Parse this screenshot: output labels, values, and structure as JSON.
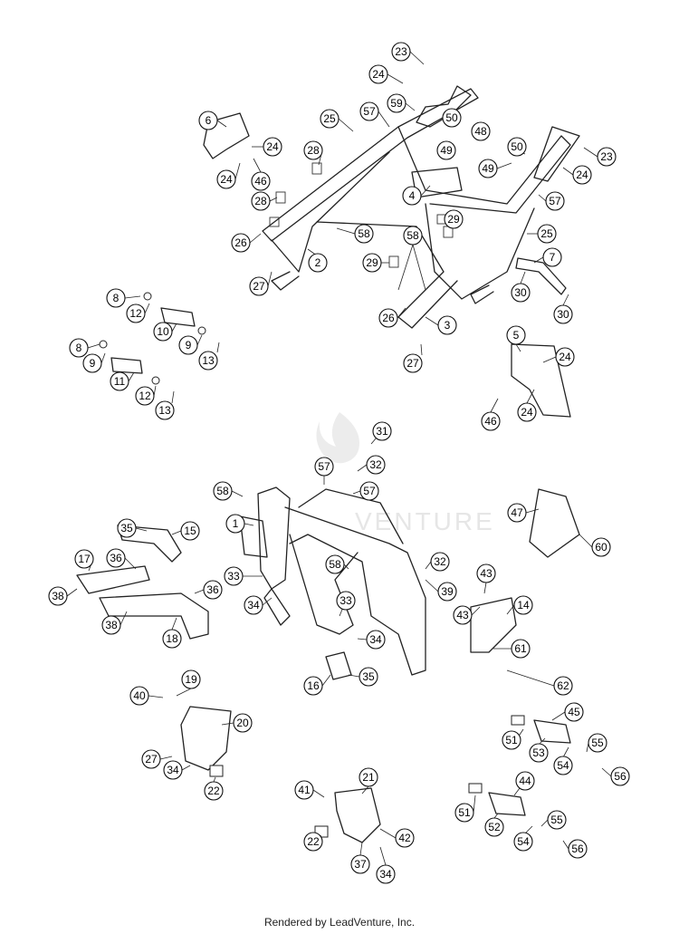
{
  "watermark": "VENTURE",
  "footer": "Rendered by LeadVenture, Inc.",
  "callouts": [
    {
      "id": "c1",
      "label": "23"
    },
    {
      "id": "c2",
      "label": "24"
    },
    {
      "id": "c3",
      "label": "59"
    },
    {
      "id": "c4",
      "label": "57"
    },
    {
      "id": "c5",
      "label": "50"
    },
    {
      "id": "c6",
      "label": "25"
    },
    {
      "id": "c7",
      "label": "48"
    },
    {
      "id": "c8",
      "label": "6"
    },
    {
      "id": "c9",
      "label": "24"
    },
    {
      "id": "c10",
      "label": "28"
    },
    {
      "id": "c11",
      "label": "49"
    },
    {
      "id": "c12",
      "label": "50"
    },
    {
      "id": "c13",
      "label": "23"
    },
    {
      "id": "c14",
      "label": "49"
    },
    {
      "id": "c15",
      "label": "24"
    },
    {
      "id": "c16",
      "label": "24"
    },
    {
      "id": "c17",
      "label": "46"
    },
    {
      "id": "c18",
      "label": "4"
    },
    {
      "id": "c19",
      "label": "57"
    },
    {
      "id": "c20",
      "label": "28"
    },
    {
      "id": "c21",
      "label": "29"
    },
    {
      "id": "c22",
      "label": "25"
    },
    {
      "id": "c23",
      "label": "58"
    },
    {
      "id": "c24",
      "label": "58"
    },
    {
      "id": "c25",
      "label": "26"
    },
    {
      "id": "c26",
      "label": "7"
    },
    {
      "id": "c27",
      "label": "2"
    },
    {
      "id": "c28",
      "label": "29"
    },
    {
      "id": "c29",
      "label": "27"
    },
    {
      "id": "c30",
      "label": "30"
    },
    {
      "id": "c31",
      "label": "8"
    },
    {
      "id": "c32",
      "label": "12"
    },
    {
      "id": "c33",
      "label": "30"
    },
    {
      "id": "c34",
      "label": "26"
    },
    {
      "id": "c35",
      "label": "10"
    },
    {
      "id": "c36",
      "label": "3"
    },
    {
      "id": "c37",
      "label": "5"
    },
    {
      "id": "c38",
      "label": "8"
    },
    {
      "id": "c39",
      "label": "9"
    },
    {
      "id": "c40",
      "label": "13"
    },
    {
      "id": "c41",
      "label": "24"
    },
    {
      "id": "c42",
      "label": "9"
    },
    {
      "id": "c43",
      "label": "27"
    },
    {
      "id": "c44",
      "label": "11"
    },
    {
      "id": "c45",
      "label": "12"
    },
    {
      "id": "c46",
      "label": "13"
    },
    {
      "id": "c47",
      "label": "46"
    },
    {
      "id": "c48",
      "label": "24"
    },
    {
      "id": "c49",
      "label": "31"
    },
    {
      "id": "c50",
      "label": "32"
    },
    {
      "id": "c51",
      "label": "57"
    },
    {
      "id": "c52",
      "label": "57"
    },
    {
      "id": "c53",
      "label": "58"
    },
    {
      "id": "c54",
      "label": "47"
    },
    {
      "id": "c55",
      "label": "1"
    },
    {
      "id": "c56",
      "label": "35"
    },
    {
      "id": "c57",
      "label": "15"
    },
    {
      "id": "c58",
      "label": "60"
    },
    {
      "id": "c59",
      "label": "17"
    },
    {
      "id": "c60",
      "label": "36"
    },
    {
      "id": "c61",
      "label": "32"
    },
    {
      "id": "c62",
      "label": "58"
    },
    {
      "id": "c63",
      "label": "33"
    },
    {
      "id": "c64",
      "label": "36"
    },
    {
      "id": "c65",
      "label": "39"
    },
    {
      "id": "c66",
      "label": "43"
    },
    {
      "id": "c67",
      "label": "38"
    },
    {
      "id": "c68",
      "label": "34"
    },
    {
      "id": "c69",
      "label": "14"
    },
    {
      "id": "c70",
      "label": "33"
    },
    {
      "id": "c71",
      "label": "43"
    },
    {
      "id": "c72",
      "label": "38"
    },
    {
      "id": "c73",
      "label": "18"
    },
    {
      "id": "c74",
      "label": "34"
    },
    {
      "id": "c75",
      "label": "61"
    },
    {
      "id": "c76",
      "label": "16"
    },
    {
      "id": "c77",
      "label": "35"
    },
    {
      "id": "c78",
      "label": "62"
    },
    {
      "id": "c79",
      "label": "19"
    },
    {
      "id": "c80",
      "label": "40"
    },
    {
      "id": "c81",
      "label": "45"
    },
    {
      "id": "c82",
      "label": "20"
    },
    {
      "id": "c83",
      "label": "51"
    },
    {
      "id": "c84",
      "label": "55"
    },
    {
      "id": "c85",
      "label": "53"
    },
    {
      "id": "c86",
      "label": "27"
    },
    {
      "id": "c87",
      "label": "54"
    },
    {
      "id": "c88",
      "label": "56"
    },
    {
      "id": "c89",
      "label": "34"
    },
    {
      "id": "c90",
      "label": "22"
    },
    {
      "id": "c91",
      "label": "21"
    },
    {
      "id": "c92",
      "label": "44"
    },
    {
      "id": "c93",
      "label": "41"
    },
    {
      "id": "c94",
      "label": "51"
    },
    {
      "id": "c95",
      "label": "55"
    },
    {
      "id": "c96",
      "label": "52"
    },
    {
      "id": "c97",
      "label": "42"
    },
    {
      "id": "c98",
      "label": "22"
    },
    {
      "id": "c99",
      "label": "54"
    },
    {
      "id": "c100",
      "label": "56"
    },
    {
      "id": "c101",
      "label": "37"
    },
    {
      "id": "c102",
      "label": "34"
    }
  ]
}
